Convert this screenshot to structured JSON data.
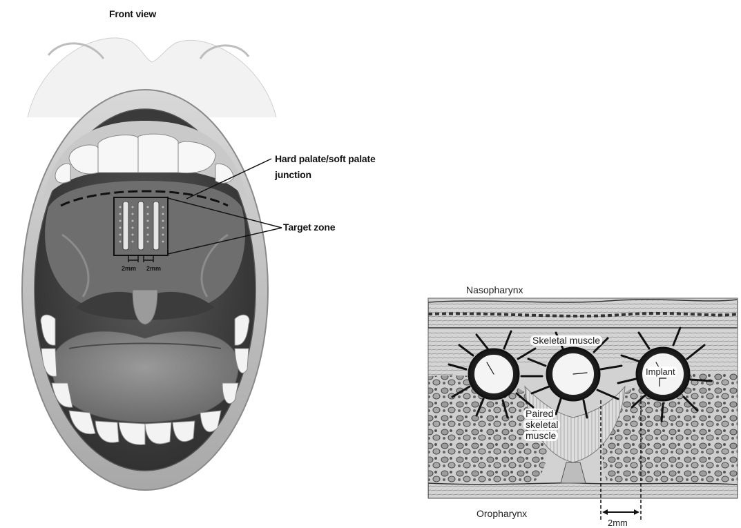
{
  "front_view": {
    "title": "Front view",
    "junction_label_line1": "Hard palate/soft palate",
    "junction_label_line2": "junction",
    "target_label": "Target zone",
    "spacing_left": "2mm",
    "spacing_right": "2mm"
  },
  "cross_section": {
    "top_label": "Nasopharynx",
    "bottom_label": "Oropharynx",
    "skeletal_muscle": "Skeletal muscle",
    "implant": "Implant",
    "paired_line1": "Paired",
    "paired_line2": "skeletal",
    "paired_line3": "muscle",
    "spacing": "2mm"
  }
}
